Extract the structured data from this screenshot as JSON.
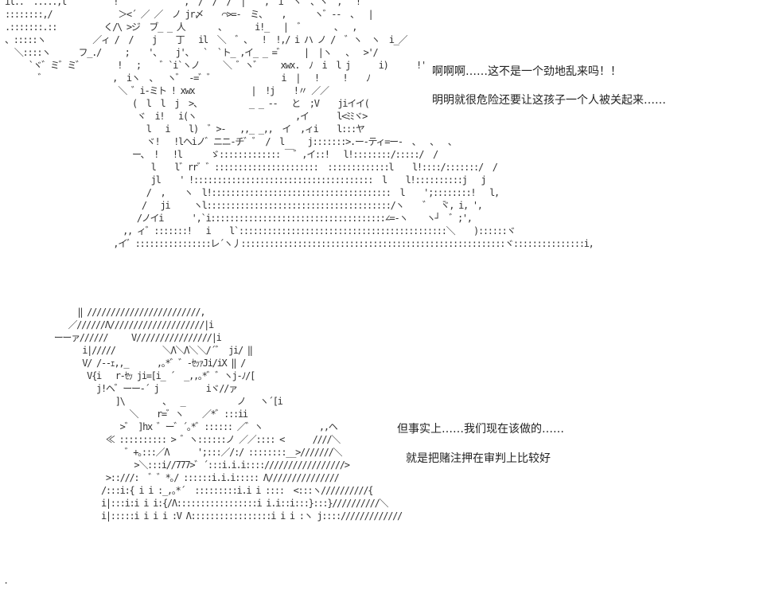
{
  "top_panel": {
    "caption_line_1": "啊啊啊……这不是一个劲地乱来吗！！",
    "caption_line_2": "明明就很危险还要让这孩子一个人被关起来……",
    "ascii_art": "il..  .....,l          !              ,  /  /  /  |  ̄  ,  i  ヽ  、ヽ  ,   !\n::::::::,/              ＞<´ ／ ／  ノ jr〆    ⌒>=-  ミ、   ,      ヽ゛-‐  、  |\n.:::::::.::          く/\\ >ジ  ブ_ _ 人       、      i!_   |  ゛      、  ,\n、:::::ヽ          ／ィ /  /    j    丁   il  ＼  ゛、  !  !,/ i ハ ノ /  ゛ヽ  ヽ  i_／\n  ＼::::ヽ      フ_./     ;    '、   j'、  `  `ト_ ,イ_ _ =゛    |  |ヽ   、  >'/\n     `ヾ゛ミ゛ミ゛       !   ;    ゛`i`ヽノ     ＼ ゛ヽ゛    xwx.  ﾉ  i  l j      i)      !'\n       ゛              ,  iヽ  、  ヽ゛ -=゛゛              i  |   !     !    ﾉ\n                        ＼ ゛i-ミト ! xwx            |  !j    !〃 ／／\n                           (  l  l  j  >、          _ _ -‐   と  ;V    jiイイ(\n                            ヾ  i!   i(ヽ                     ,イ      l<ﾐﾐヾ>\n                              l   i    l)  ゛>-   ,,_ _,,  イ  ,ィi    l:::ヤ\n                              ヾ!   !lヘiノ゛ニニ‐チ゛゛ /  l     j:::::::>.ー-ティ=ー-  、  、  、\n                           ー、 !   !l      ゞ::::::::::::: ￣゛,イ::!   l!::::::::/:::::/  /\n                               l    l゛rr゛゛::::::::::::::::::::::  :::::::::::::l    l!::::/:::::::/  /\n                               jl    ' !::::::::::::::::::::::::::::::::::::::  l    l!::::::::::j   j\n                              /  ,    ヽ  l!::::::::::::::::::::::::::::::::::::::  l    ';::::::::!   l,\n                             /   ji     ヽl:::::::::::::::::::::::::::::::::::::::/ヽ    ゛  ̄ヾ, i, ',\n                            /ノイi      ',`i:::::::::::::::::::::::::::::::::::::∠=-ヽ    ヽ┘  ゛;',\n                         ,, ィ゛:::::::!   i    l`::::::::::::::::::::::::::::::::::::::::::::＼    )::::::ヾ\n                       ,イ゛::::::::::::::::レ´ヽ丿::::::::::::::::::::::::::::::::::::::::::::::::::::::::ヾ:::::::::::::::i,"
  },
  "bottom_panel": {
    "caption_line_1": "但事实上……我们现在该做的……",
    "caption_line_2": "就是把赌注押在审判上比较好",
    "ascii_art": "         ‖ ////////////////////////,\n       ／//////Λ////////////////////|i\n    ーーァ//////     V////////////////|i\n          i|/////          ＼Λ＼Λ＼＼/´゛ ji/ ‖\n          V/ /‐‐ｪ,,_      ,｡*゛゛‐ｾｯｧJi/iX ‖ /\n           V{i   r‐ｾｯ ji=[i_ ´  _,,｡*゛゛ヽj‐ﾉ/[\n             j!ヘ゛ーー‐´ j          iヾ//ァ\n                 ]\\        、  _           ノ   ヽ´[i\n                    ＼    r=゛ヽ    ／*゛:::ii\n                  >゛ ]hx ゛ー゛´｡*゛:::::: ／゛ヽ            ,,ヘ\n               ≪ :::::::::: > ゛ヽ::::::ノ ／／:::: <      ////＼\n                   ゛+｡:::／Λ      ';:::／/:/ ::::::::__>///////＼\n                     >＼:::i//777>゛´:::i.i.i:::://///////////////>\n               >::///:  ゛゛*｡/ ::::::i.i.i::::: Λ///////////////\n              /:::i:{ i i :_,｡*´  :::::::::i.i i ::::  <:::ヽ//////////{\n              i|:::i:i i i:{/Λ:::::::::::::::::i i.i::i:::}:::}//////////＼\n              i|:::::i i i i :V Λ:::::::::::::::::i i i :ヽ j:::://///////////"
  },
  "corner_mark": "."
}
